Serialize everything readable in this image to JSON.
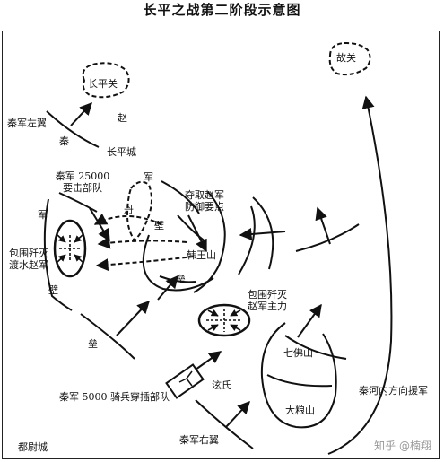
{
  "title": "长平之战第二阶段示意图",
  "labels": {
    "changping_pass": "长平关",
    "gu_guan": "故关",
    "qin_left_wing": "秦军左翼",
    "qin": "秦",
    "zhao": "赵",
    "changping_city": "长平城",
    "qin_25000_l1": "秦军 25000",
    "qin_25000_l2": "要击部队",
    "dan": "丹",
    "jun_top": "军",
    "bi_top": "壁",
    "seize_l1": "夺取赵军",
    "seize_l2": "防御要点",
    "jun_left": "军",
    "han_wang_shan": "韩王山",
    "encircle_west_l1": "包围歼灭",
    "encircle_west_l2": "渡水赵军",
    "bi_left": "壁",
    "lei_mid": "垒",
    "encircle_main_l1": "包围歼灭",
    "encircle_main_l2": "赵军主力",
    "lei_left": "垒",
    "qi_fo_shan": "七佛山",
    "xuan_shi": "泫氏",
    "qin_5000": "秦军 5000 骑兵穿插部队",
    "da_liang_shan": "大粮山",
    "qin_river_reinforce": "秦河内方向援军",
    "qin_right_wing": "秦军右翼",
    "du_wei_cheng": "都尉城"
  },
  "watermark": "知乎 @楠翔"
}
